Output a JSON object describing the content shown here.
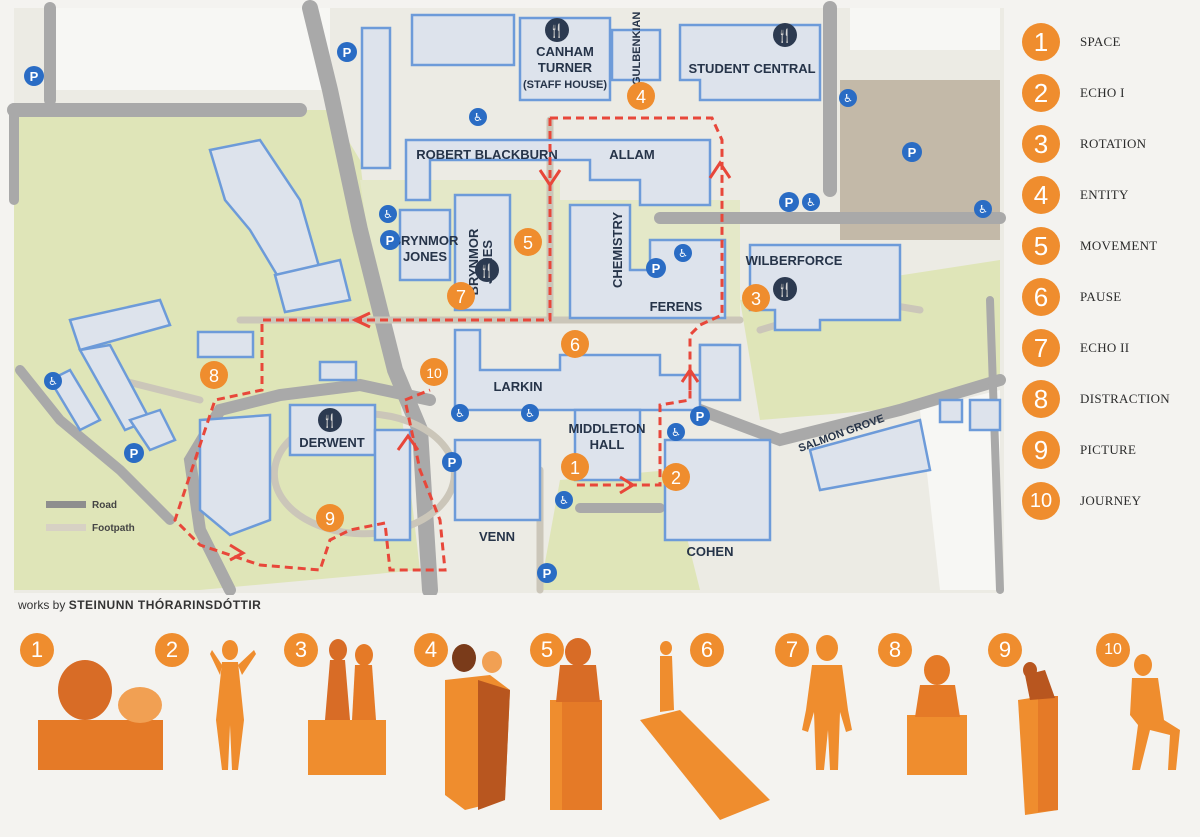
{
  "colors": {
    "accent_orange": "#ef8d2e",
    "route_red": "#e8473a",
    "building_outline": "#6d9bd9",
    "building_fill": "#dde3ec",
    "grass": "#dfe5b8",
    "road": "#a9a9a9",
    "parking_blue": "#2a6cc4"
  },
  "map": {
    "buildings": {
      "canham_turner": "CANHAM\nTURNER\n(STAFF HOUSE)",
      "gulbenkian": "GULBENKIAN",
      "student_central": "STUDENT CENTRAL",
      "robert_blackburn": "ROBERT BLACKBURN",
      "allam": "ALLAM",
      "brynmor_jones_1": "BRYNMOR\nJONES",
      "brynmor_jones_2": "BRYNMOR\nJONES",
      "chemistry": "CHEMISTRY",
      "ferens": "FERENS",
      "wilberforce": "WILBERFORCE",
      "larkin": "LARKIN",
      "middleton_hall": "MIDDLETON\nHALL",
      "derwent": "DERWENT",
      "venn": "VENN",
      "cohen": "COHEN",
      "salmon_grove": "SALMON GROVE"
    },
    "key": {
      "road": "Road",
      "footpath": "Footpath"
    },
    "markers": [
      "1",
      "2",
      "3",
      "4",
      "5",
      "6",
      "7",
      "8",
      "9",
      "10"
    ],
    "icons": [
      "parking-icon",
      "accessible-icon",
      "restaurant-icon"
    ]
  },
  "legend": [
    {
      "num": "1",
      "name": "SPACE"
    },
    {
      "num": "2",
      "name": "ECHO I"
    },
    {
      "num": "3",
      "name": "ROTATION"
    },
    {
      "num": "4",
      "name": "ENTITY"
    },
    {
      "num": "5",
      "name": "MOVEMENT"
    },
    {
      "num": "6",
      "name": "PAUSE"
    },
    {
      "num": "7",
      "name": "ECHO II"
    },
    {
      "num": "8",
      "name": "DISTRACTION"
    },
    {
      "num": "9",
      "name": "PICTURE"
    },
    {
      "num": "10",
      "name": "JOURNEY"
    }
  ],
  "credit": {
    "prefix": "works by",
    "artist": "STEINUNN THÓRARINSDÓTTIR"
  },
  "sculptures": [
    "1",
    "2",
    "3",
    "4",
    "5",
    "6",
    "7",
    "8",
    "9",
    "10"
  ]
}
